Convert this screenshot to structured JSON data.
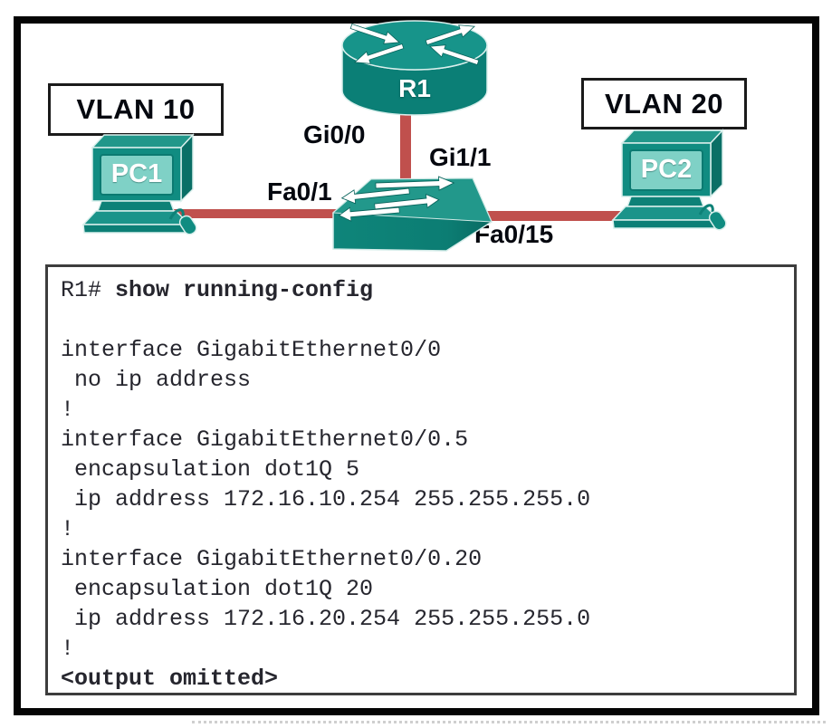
{
  "figure": {
    "type": "network-topology-with-cli-output"
  },
  "colors": {
    "device_teal": "#108c81",
    "device_teal_dark": "#0a6f66",
    "device_teal_top": "#21978a",
    "pc_screen": "#7fd1c6",
    "link_red": "#c0504d",
    "label_ink": "#05080f",
    "console_ink": "#26262e",
    "frame_black": "#050505"
  },
  "diagram": {
    "router": {
      "label": "R1"
    },
    "pc1": {
      "label": "PC1",
      "vlan_box": "VLAN 10"
    },
    "pc2": {
      "label": "PC2",
      "vlan_box": "VLAN 20"
    },
    "interfaces": {
      "router_uplink": "Gi0/0",
      "switch_uplink": "Gi1/1",
      "switch_to_pc1": "Fa0/1",
      "switch_to_pc2": "Fa0/15"
    }
  },
  "console": {
    "prompt": "R1# ",
    "command": "show running-config",
    "lines": [
      "",
      "interface GigabitEthernet0/0",
      " no ip address",
      "!",
      "interface GigabitEthernet0/0.5",
      " encapsulation dot1Q 5",
      " ip address 172.16.10.254 255.255.255.0",
      "!",
      "interface GigabitEthernet0/0.20",
      " encapsulation dot1Q 20",
      " ip address 172.16.20.254 255.255.255.0",
      "!"
    ],
    "footer": "<output omitted>"
  }
}
